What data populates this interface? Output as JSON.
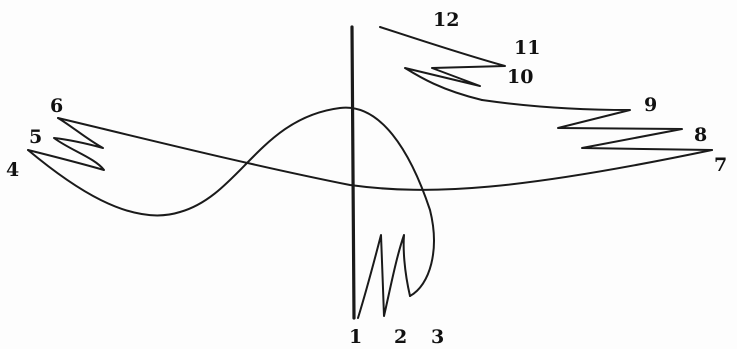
{
  "figure": {
    "labels": {
      "l1": "1",
      "l2": "2",
      "l3": "3",
      "l4": "4",
      "l5": "5",
      "l6": "6",
      "l7": "7",
      "l8": "8",
      "l9": "9",
      "l10": "10",
      "l11": "11",
      "l12": "12"
    },
    "stroke_color": "#1a1a1a"
  }
}
